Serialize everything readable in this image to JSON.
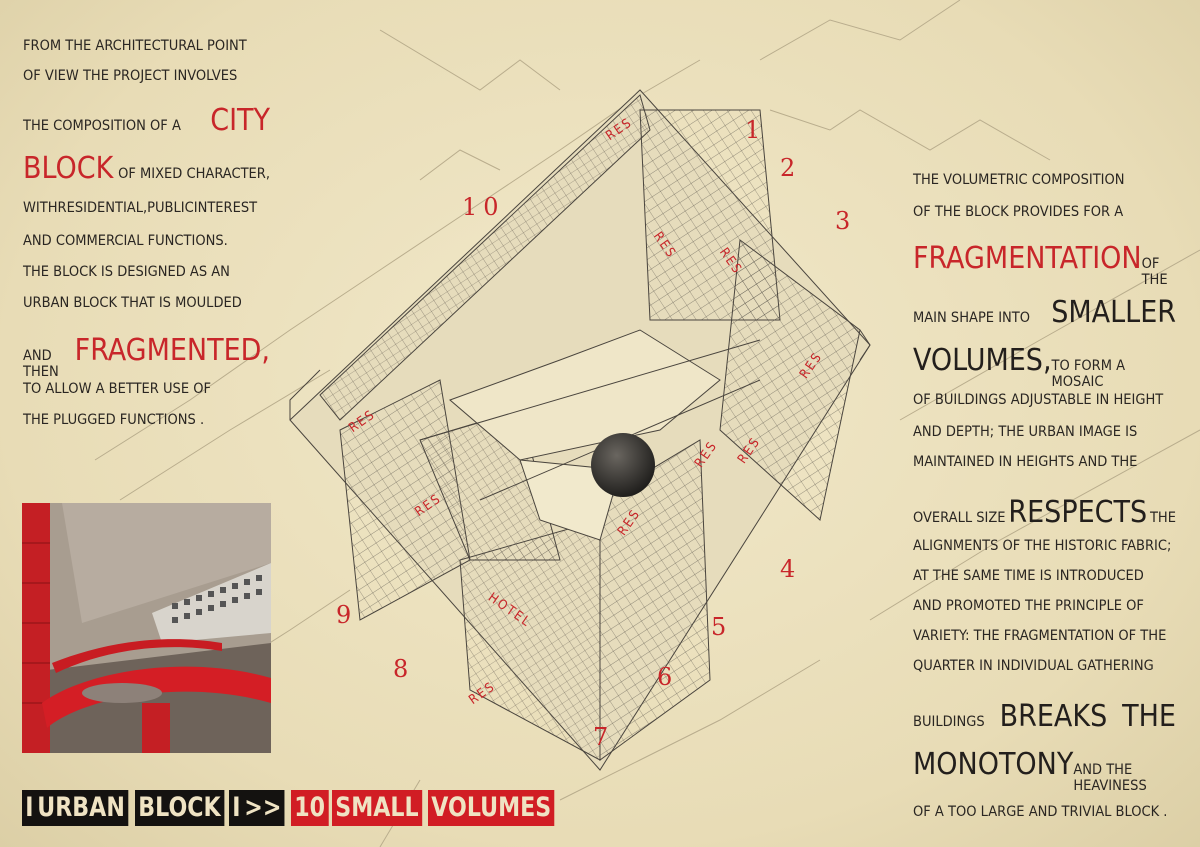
{
  "left_text": {
    "lines": [
      [
        {
          "t": "From the architectural point"
        }
      ],
      [
        {
          "t": "of view the project involves"
        }
      ],
      [
        {
          "t": "the composition of a"
        },
        {
          "t": "CITY",
          "style": "big-red"
        }
      ],
      [
        {
          "t": "BLOCK",
          "style": "big-red"
        },
        {
          "t": "of mixed character,"
        }
      ],
      [
        {
          "t": "withresidential,publicinterest"
        }
      ],
      [
        {
          "t": "and commercial functions."
        }
      ],
      [
        {
          "t": "The block is designed as an"
        }
      ],
      [
        {
          "t": "urban block that is moulded"
        }
      ],
      [
        {
          "t": "and then"
        },
        {
          "t": "FRAGMENTED,",
          "style": "big-red"
        }
      ],
      [
        {
          "t": "to allow a better use of"
        }
      ],
      [
        {
          "t": "the plugged functions ."
        }
      ]
    ]
  },
  "right_text": {
    "lines": [
      [
        {
          "t": "the volumetric composition"
        }
      ],
      [
        {
          "t": "of the block provides for a"
        }
      ],
      [
        {
          "t": "FRAGMENTATION",
          "style": "big-red"
        },
        {
          "t": "of the"
        }
      ],
      [
        {
          "t": "main shape into"
        },
        {
          "t": "SMALLER",
          "style": "big-dark"
        }
      ],
      [
        {
          "t": "VOLUMES,",
          "style": "big-dark"
        },
        {
          "t": "to form a mosaic"
        }
      ],
      [
        {
          "t": "of buildings adjustable in height"
        }
      ],
      [
        {
          "t": "and depth; the urban image is"
        }
      ],
      [
        {
          "t": "maintained in heights and the"
        }
      ],
      [
        {
          "t": "overall size"
        },
        {
          "t": "RESPECTS",
          "style": "big-dark"
        },
        {
          "t": "the"
        }
      ],
      [
        {
          "t": "alignments of the historic fabric;"
        }
      ],
      [
        {
          "t": "at the same time is introduced"
        }
      ],
      [
        {
          "t": "and promoted the principle of"
        }
      ],
      [
        {
          "t": "variety: the fragmentation of the"
        }
      ],
      [
        {
          "t": "quarter in individual gathering"
        }
      ],
      [
        {
          "t": "buildings"
        },
        {
          "t": "BREAKS",
          "style": "big-dark"
        },
        {
          "t": "THE",
          "style": "big-dark"
        }
      ],
      [
        {
          "t": "MONOTONY",
          "style": "big-dark"
        },
        {
          "t": "and the heaviness"
        }
      ],
      [
        {
          "t": "of a too large and trivial block ."
        }
      ]
    ]
  },
  "diagram": {
    "numbers": [
      "1",
      "2",
      "3",
      "4",
      "5",
      "6",
      "7",
      "8",
      "9",
      "10"
    ],
    "function_labels": [
      "RES",
      "RES",
      "RES",
      "RES",
      "RES",
      "RES",
      "RES",
      "RES",
      "RES",
      "RES",
      "HOTEL"
    ]
  },
  "banner": {
    "segments": [
      {
        "t": "I",
        "style": "black"
      },
      {
        "t": "URBAN",
        "style": "black"
      },
      {
        "t": "BLOCK",
        "style": "black"
      },
      {
        "t": "I",
        "style": "black"
      },
      {
        "t": ">>",
        "style": "black"
      },
      {
        "t": "10",
        "style": "red"
      },
      {
        "t": "SMALL",
        "style": "red"
      },
      {
        "t": "VOLUMES",
        "style": "red"
      }
    ]
  },
  "colors": {
    "accent": "#c8262a",
    "paper": "#ede2c0",
    "ink": "#231f1c"
  }
}
